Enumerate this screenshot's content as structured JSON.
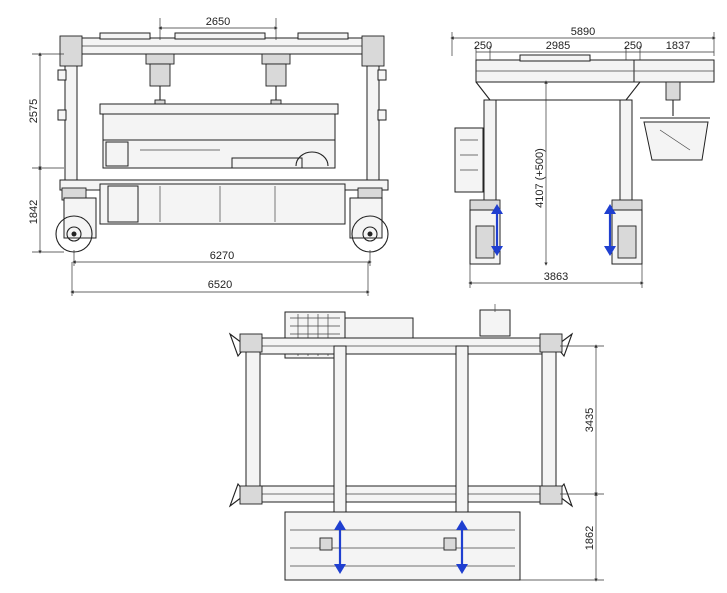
{
  "front_view": {
    "dim_top": "2650",
    "dim_height_upper": "2575",
    "dim_height_lower": "1842",
    "dim_wheelbase": "6270",
    "dim_overall": "6520"
  },
  "side_view": {
    "dim_total": "5890",
    "dim_seg1": "250",
    "dim_seg2": "2985",
    "dim_seg3": "250",
    "dim_seg4": "1837",
    "dim_height": "4107 (+500)",
    "dim_base": "3863"
  },
  "plan_view": {
    "dim_depth": "3435",
    "dim_lower": "1862"
  },
  "colors": {
    "adjust_arrow": "#1f3fd0",
    "line": "#222222"
  }
}
